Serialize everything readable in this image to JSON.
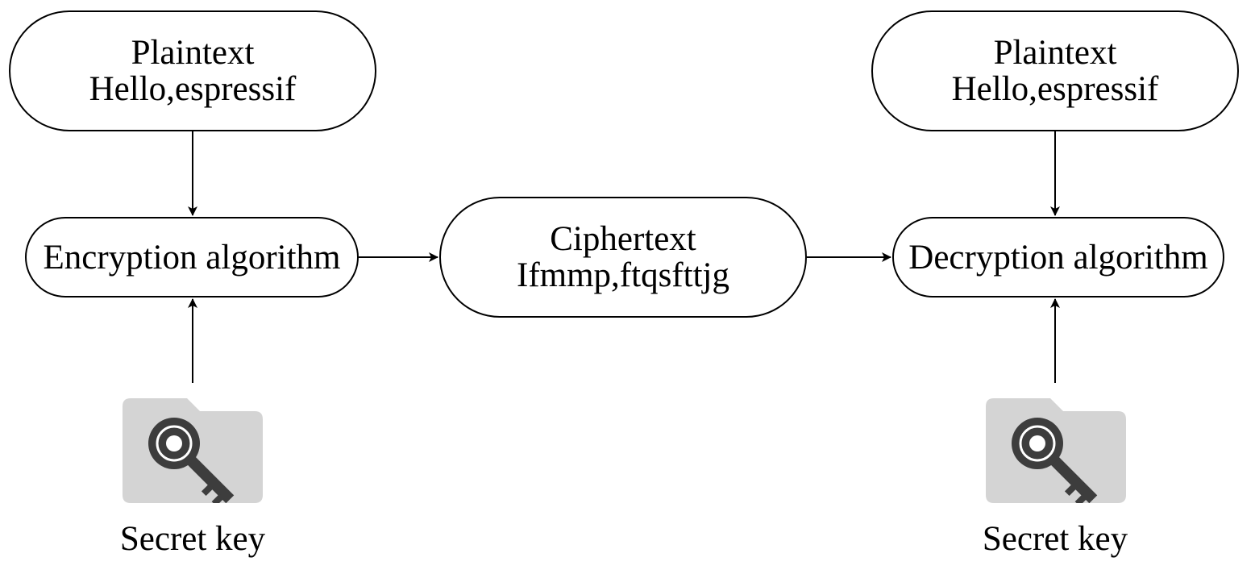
{
  "nodes": {
    "plaintext_left": {
      "title": "Plaintext",
      "value": "Hello,espressif"
    },
    "encryption": {
      "label": "Encryption algorithm"
    },
    "ciphertext": {
      "title": "Ciphertext",
      "value": "Ifmmp,ftqsfttjg"
    },
    "decryption": {
      "label": "Decryption algorithm"
    },
    "plaintext_right": {
      "title": "Plaintext",
      "value": "Hello,espressif"
    }
  },
  "keys": {
    "left": {
      "label": "Secret key",
      "icon": "key-folder-icon"
    },
    "right": {
      "label": "Secret key",
      "icon": "key-folder-icon"
    }
  },
  "colors": {
    "stroke": "#000000",
    "folder": "#d4d4d4",
    "key": "#3d3d3d"
  }
}
